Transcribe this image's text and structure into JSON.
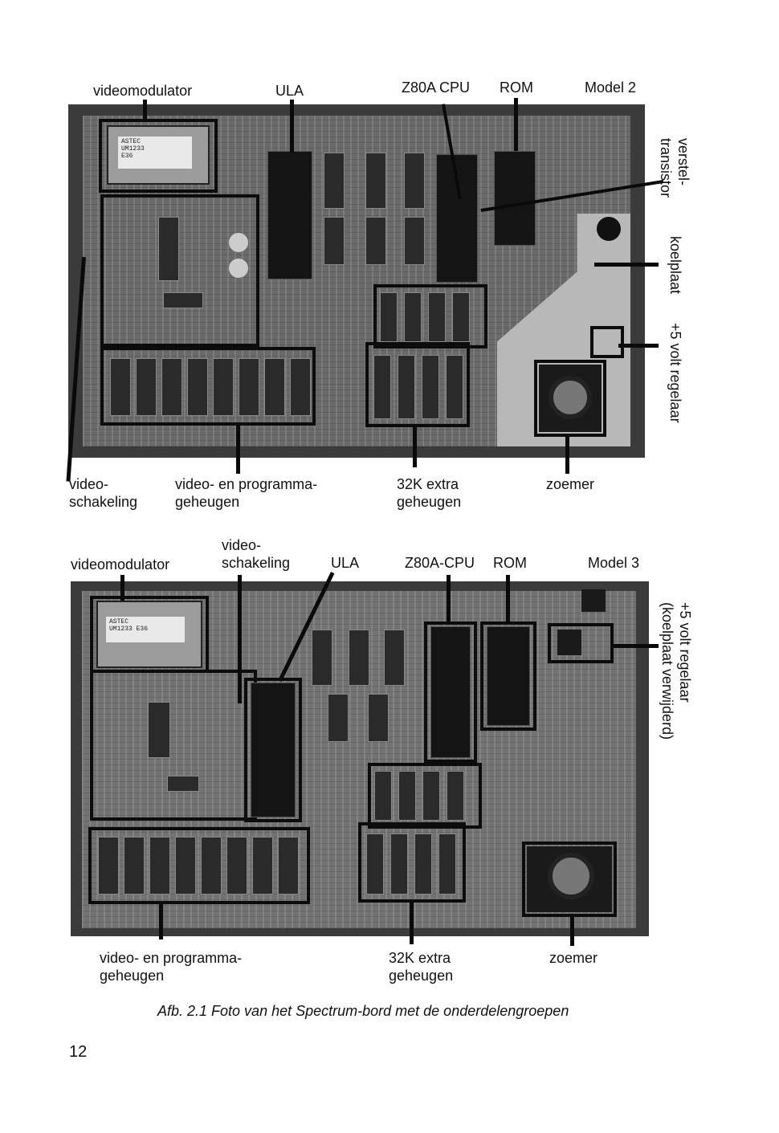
{
  "figure_top": {
    "labels": {
      "videomodulator": "videomodulator",
      "ula": "ULA",
      "cpu": "Z80A CPU",
      "rom": "ROM",
      "model": "Model 2",
      "verstel_line1": "verstel-",
      "verstel_line2": "transistor",
      "koelplaat": "koelplaat",
      "regelaar": "+5 volt regelaar",
      "video_line1": "video-",
      "video_line2": "schakeling",
      "geheugen_line1": "video- en programma-",
      "geheugen_line2": "geheugen",
      "extra_line1": "32K extra",
      "extra_line2": "geheugen",
      "zoemer": "zoemer"
    },
    "sticker": "ASTEC\nUM1233\nE36"
  },
  "figure_bottom": {
    "labels": {
      "video_line1": "video-",
      "video_line2": "schakeling",
      "videomodulator": "videomodulator",
      "ula": "ULA",
      "cpu": "Z80A-CPU",
      "rom": "ROM",
      "model": "Model 3",
      "regelaar_line1": "+5 volt regelaar",
      "regelaar_line2": "(koelplaat verwijderd)",
      "geheugen_line1": "video- en programma-",
      "geheugen_line2": "geheugen",
      "extra_line1": "32K extra",
      "extra_line2": "geheugen",
      "zoemer": "zoemer"
    },
    "sticker": "ASTEC\nUM1233 E36"
  },
  "caption": "Afb. 2.1 Foto van het Spectrum-bord met de onderdelengroepen",
  "page_number": "12"
}
